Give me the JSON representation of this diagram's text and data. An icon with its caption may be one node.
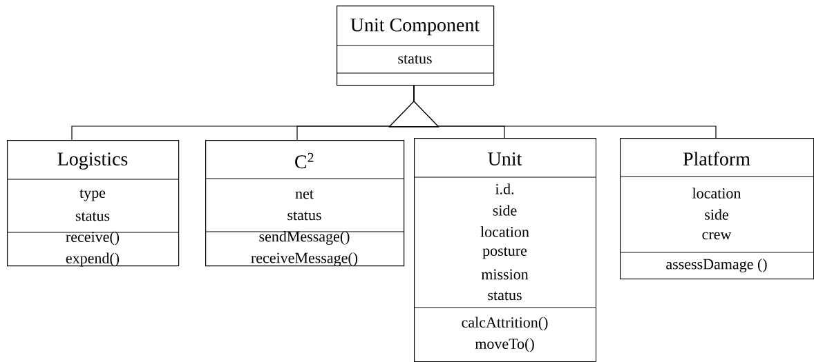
{
  "diagram": {
    "nodes": [
      {
        "text": [
          "Unit Component",
          "status"
        ]
      },
      {
        "text": [
          "Logistics",
          "type",
          "status",
          "receive()",
          "expend()"
        ]
      },
      {
        "text": [
          "C$^{2}$",
          "net",
          "status",
          "sendMessage()",
          "receiveMessage()"
        ]
      },
      {
        "text": [
          "Unit",
          "i.d.",
          "side",
          "location",
          "posture",
          "mission",
          "status",
          "calcAttrition()",
          "moveTo()"
        ]
      },
      {
        "text": [
          "Platform",
          "location",
          "side",
          "crew",
          "assessDamage ()"
        ]
      }
    ],
    "edges": [
      {
        "from": 1,
        "to": 0,
        "arrow": "to"
      },
      {
        "from": 2,
        "to": 0,
        "arrow": "to"
      },
      {
        "from": 3,
        "to": 0,
        "arrow": "to"
      },
      {
        "from": 4,
        "to": 0,
        "arrow": "to"
      }
    ]
  }
}
